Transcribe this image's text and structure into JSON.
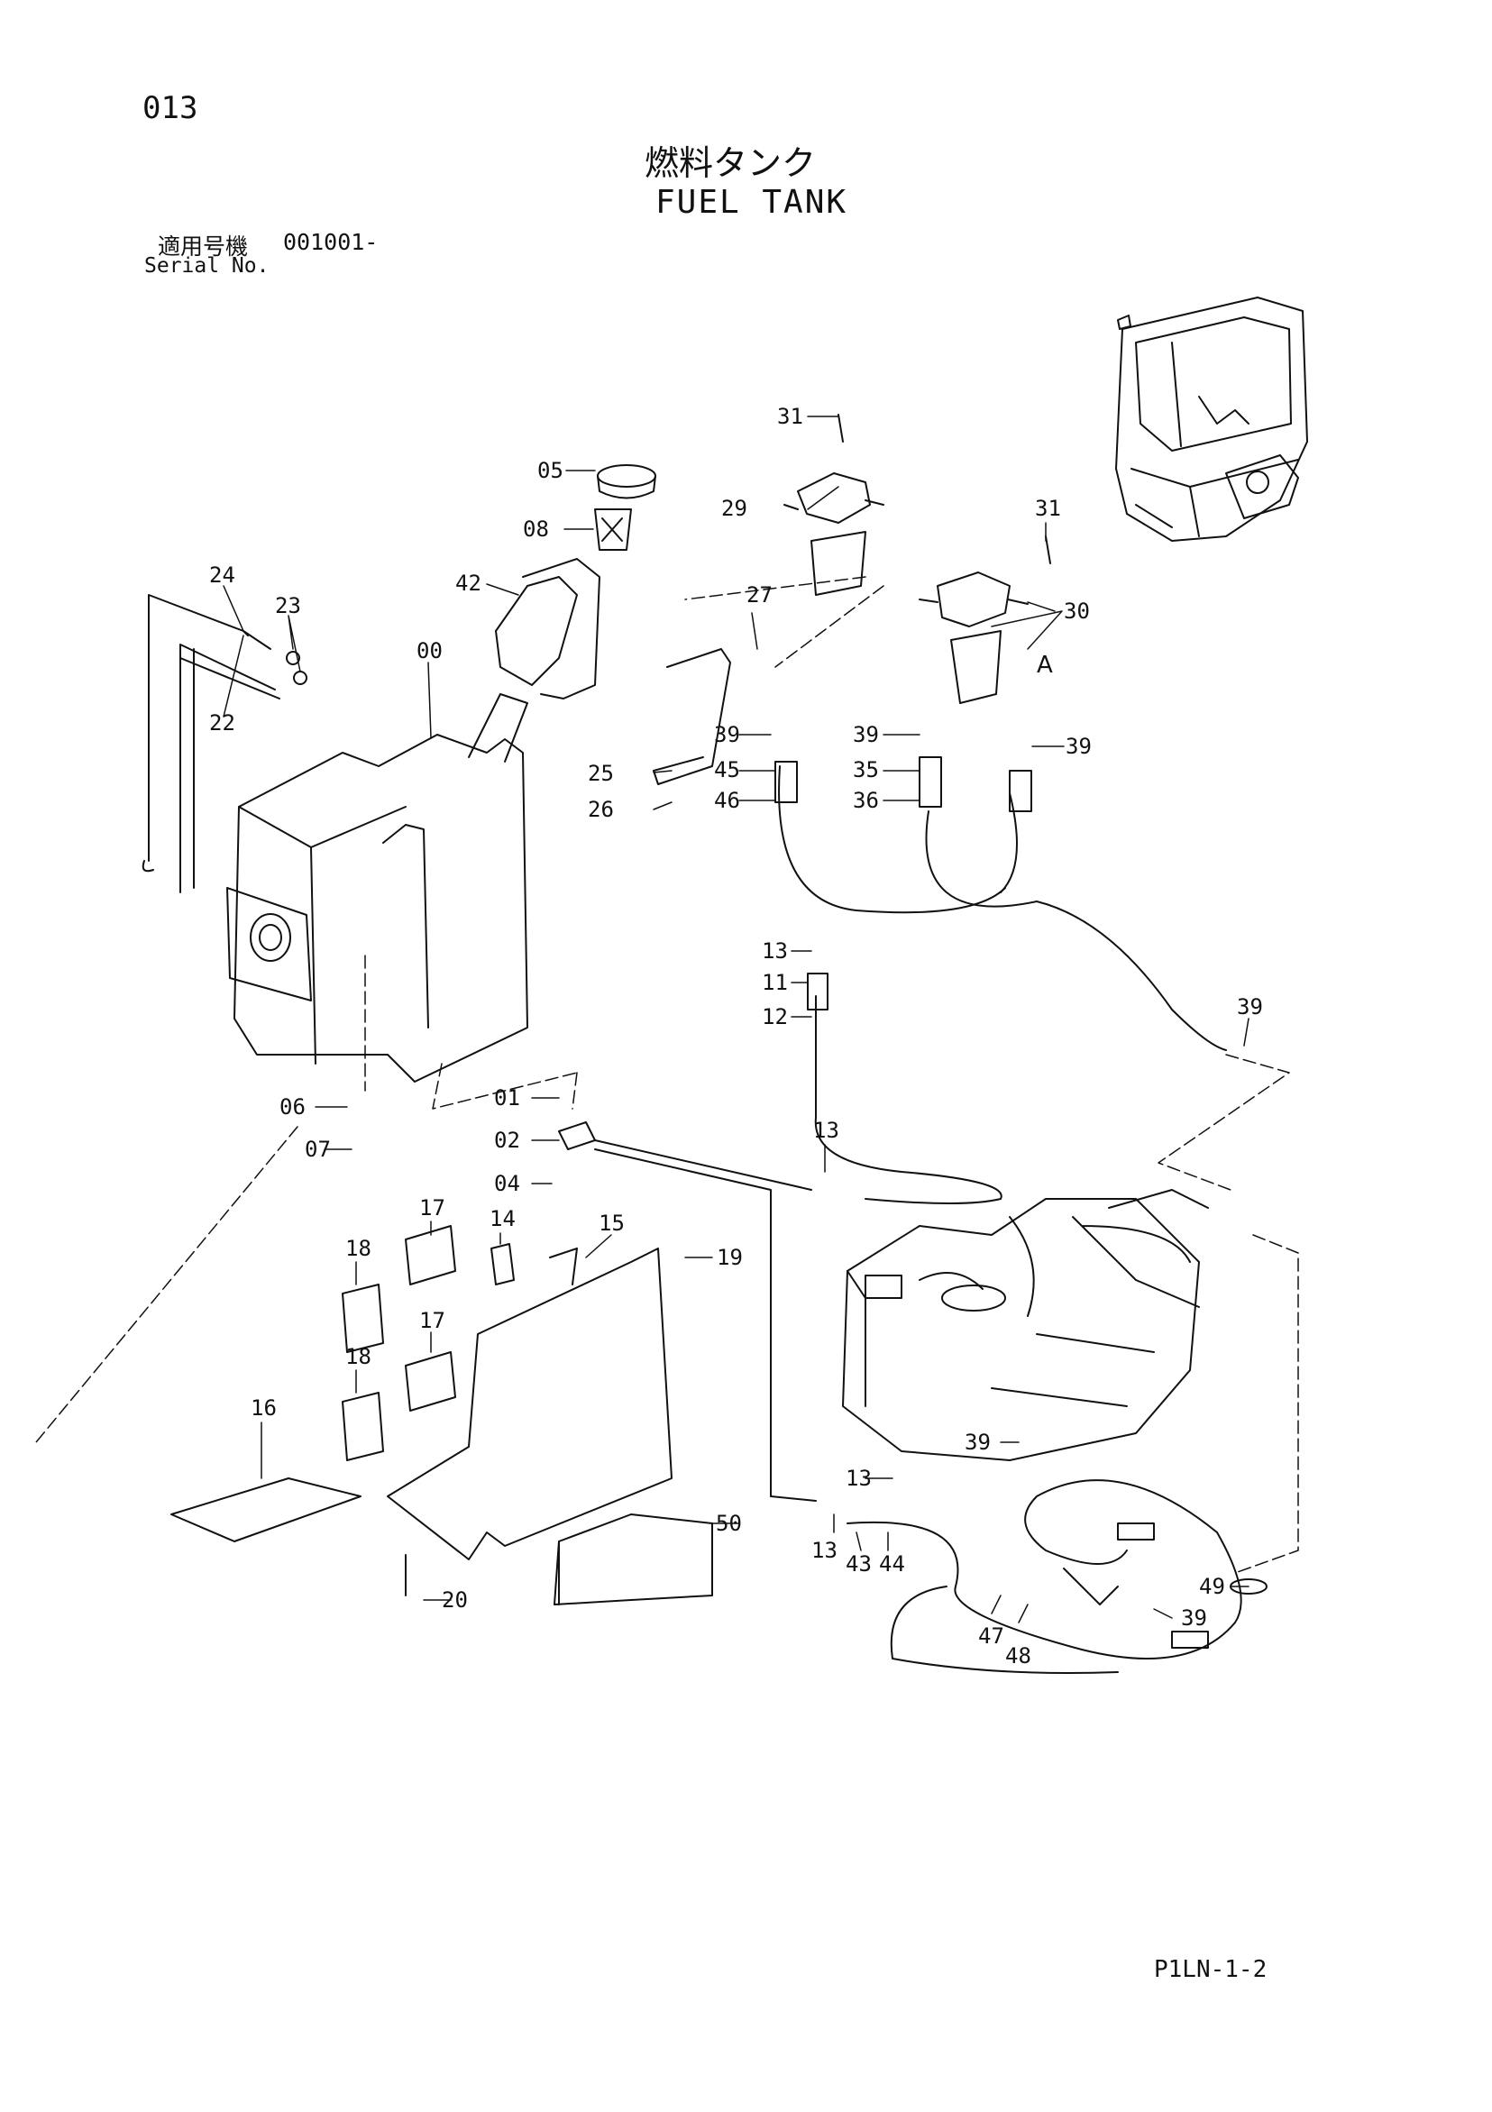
{
  "page_number": "013",
  "title_jp": "燃料タンク",
  "title_en": "FUEL TANK",
  "serial_label_jp": "適用号機",
  "serial_value": "001001-",
  "serial_label_en": "Serial No.",
  "page_code": "P1LN-1-2",
  "callouts": [
    {
      "id": "31a",
      "label": "31"
    },
    {
      "id": "05",
      "label": "05"
    },
    {
      "id": "29",
      "label": "29"
    },
    {
      "id": "31b",
      "label": "31"
    },
    {
      "id": "08",
      "label": "08"
    },
    {
      "id": "42",
      "label": "42"
    },
    {
      "id": "24",
      "label": "24"
    },
    {
      "id": "23",
      "label": "23"
    },
    {
      "id": "27",
      "label": "27"
    },
    {
      "id": "30",
      "label": "30"
    },
    {
      "id": "A",
      "label": "A"
    },
    {
      "id": "00",
      "label": "00"
    },
    {
      "id": "22",
      "label": "22"
    },
    {
      "id": "39a",
      "label": "39"
    },
    {
      "id": "39b",
      "label": "39"
    },
    {
      "id": "39c",
      "label": "39"
    },
    {
      "id": "25",
      "label": "25"
    },
    {
      "id": "45",
      "label": "45"
    },
    {
      "id": "35",
      "label": "35"
    },
    {
      "id": "26",
      "label": "26"
    },
    {
      "id": "46",
      "label": "46"
    },
    {
      "id": "36",
      "label": "36"
    },
    {
      "id": "13a",
      "label": "13"
    },
    {
      "id": "11",
      "label": "11"
    },
    {
      "id": "12",
      "label": "12"
    },
    {
      "id": "39d",
      "label": "39"
    },
    {
      "id": "01",
      "label": "01"
    },
    {
      "id": "06",
      "label": "06"
    },
    {
      "id": "02",
      "label": "02"
    },
    {
      "id": "13b",
      "label": "13"
    },
    {
      "id": "07",
      "label": "07"
    },
    {
      "id": "04",
      "label": "04"
    },
    {
      "id": "17a",
      "label": "17"
    },
    {
      "id": "14",
      "label": "14"
    },
    {
      "id": "15",
      "label": "15"
    },
    {
      "id": "18a",
      "label": "18"
    },
    {
      "id": "19",
      "label": "19"
    },
    {
      "id": "17b",
      "label": "17"
    },
    {
      "id": "18b",
      "label": "18"
    },
    {
      "id": "16",
      "label": "16"
    },
    {
      "id": "39e",
      "label": "39"
    },
    {
      "id": "13c",
      "label": "13"
    },
    {
      "id": "50",
      "label": "50"
    },
    {
      "id": "13d",
      "label": "13"
    },
    {
      "id": "43",
      "label": "43"
    },
    {
      "id": "44",
      "label": "44"
    },
    {
      "id": "49",
      "label": "49"
    },
    {
      "id": "20",
      "label": "20"
    },
    {
      "id": "39f",
      "label": "39"
    },
    {
      "id": "47",
      "label": "47"
    },
    {
      "id": "48",
      "label": "48"
    }
  ]
}
